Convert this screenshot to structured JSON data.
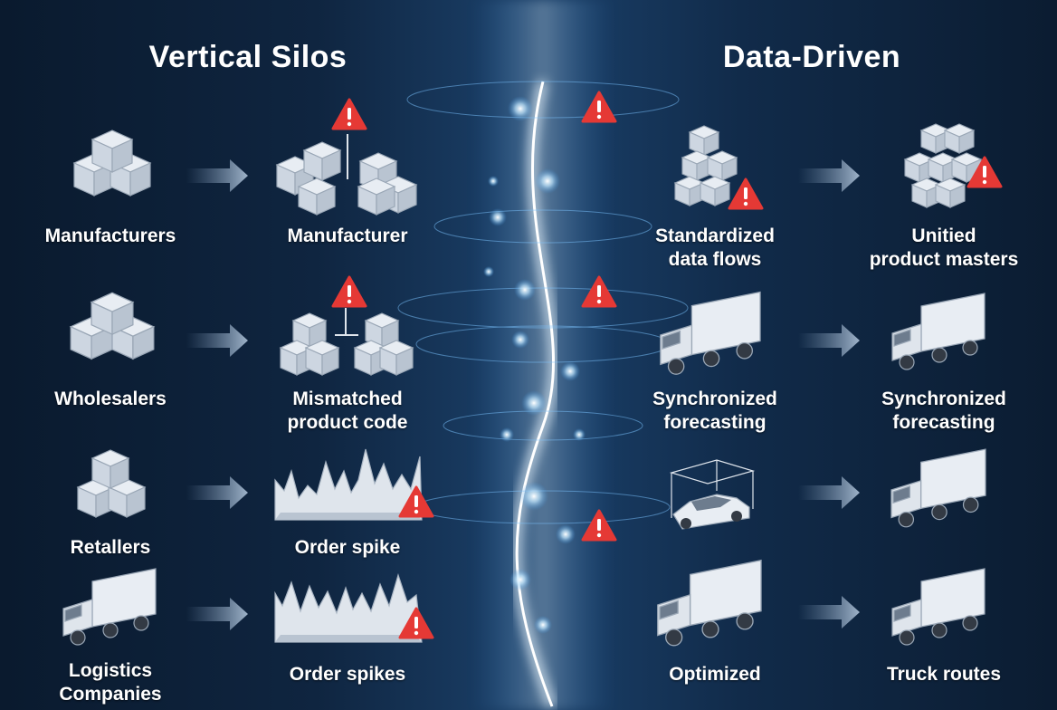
{
  "titles": {
    "left": "Vertical Silos",
    "right": "Data-Driven"
  },
  "left": {
    "rows": [
      {
        "source": "Manufacturers",
        "result": "Manufacturer"
      },
      {
        "source": "Wholesalers",
        "result": "Mismatched\nproduct code"
      },
      {
        "source": "Retallers",
        "result": "Order spike"
      },
      {
        "source": "Logistics\nCompanies",
        "result": "Order spikes"
      }
    ]
  },
  "right": {
    "rows": [
      {
        "source": "Standardized\ndata flows",
        "result": "Unitied\nproduct masters"
      },
      {
        "source": "Synchronized\nforecasting",
        "result": "Synchronized\nforecasting"
      },
      {
        "source": "",
        "result": ""
      },
      {
        "source": "Optimized",
        "result": "Truck routes"
      }
    ]
  },
  "colors": {
    "warning": "#e53935",
    "accent": "#9fd8ff",
    "icon": "#e8edf3"
  }
}
